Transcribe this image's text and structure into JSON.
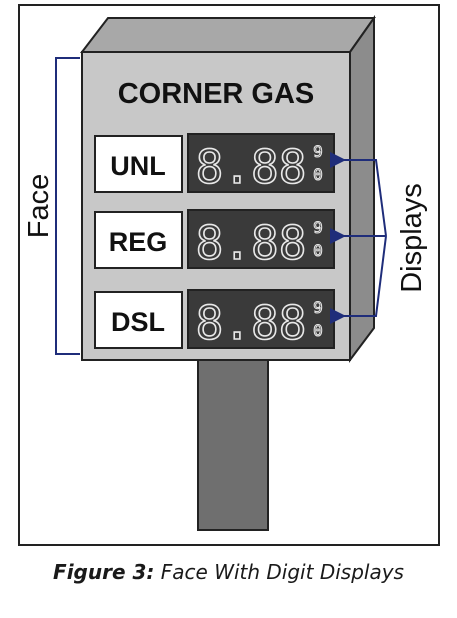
{
  "sign": {
    "title": "CORNER GAS",
    "rows": [
      {
        "label": "UNL",
        "digits": "8.88",
        "small": "9\n0"
      },
      {
        "label": "REG",
        "digits": "8.88",
        "small": "9\n0"
      },
      {
        "label": "DSL",
        "digits": "8.88",
        "small": "9\n0"
      }
    ]
  },
  "callouts": {
    "face": "Face",
    "displays": "Displays"
  },
  "caption": {
    "figure": "Figure 3:",
    "text": "Face With Digit Displays"
  },
  "colors": {
    "frame": "#222222",
    "sign_face": "#c8c8c8",
    "sign_side": "#8c8c8c",
    "sign_top": "#a8a8a8",
    "pole": "#6f6f6f",
    "display_bg": "#3a3a3a",
    "digit": "#e8e8e8",
    "callout": "#1f2d7a"
  }
}
